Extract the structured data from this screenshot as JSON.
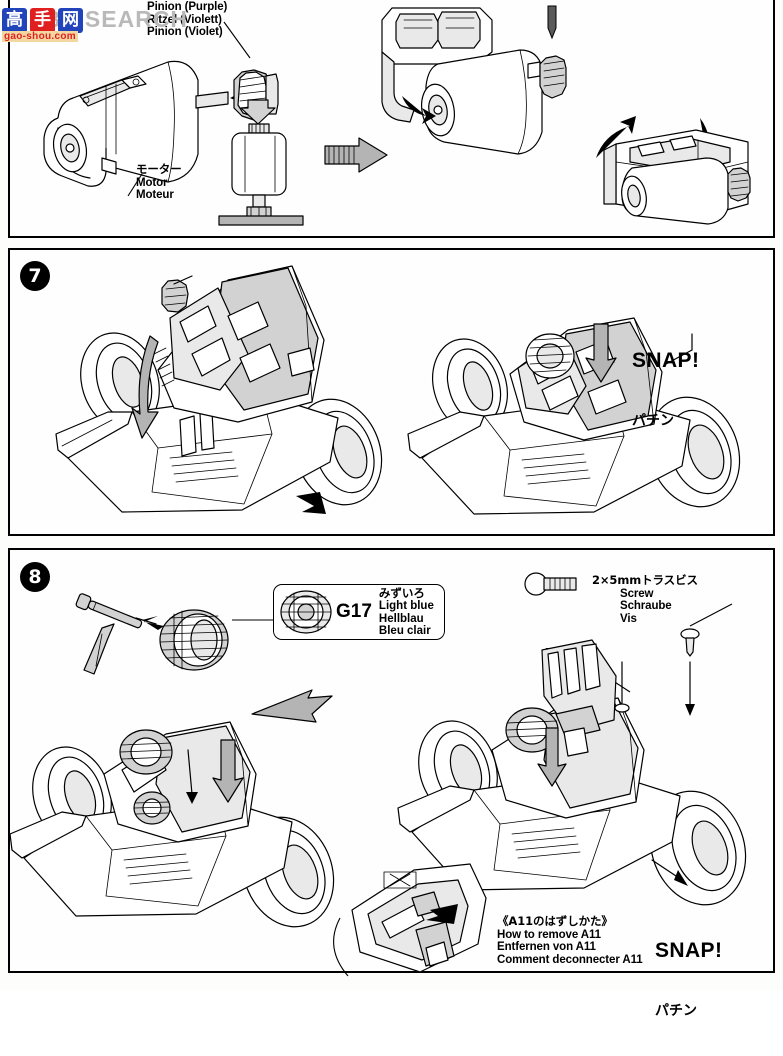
{
  "document": {
    "type": "model-assembly-instruction-manual",
    "brand_watermark": {
      "boxes": [
        "高",
        "手",
        "网"
      ],
      "wordmark": "BY SEARCH",
      "url": "gao-shou.com"
    }
  },
  "panels": [
    {
      "id": "panel-6",
      "step_number": "",
      "labels": {
        "pinion": {
          "lines": [
            "Pinion (Purple)",
            "Ritzel (Violett)",
            "Pinion (Violet)"
          ]
        },
        "motor": {
          "lines": [
            "モーター",
            "Motor",
            "Moteur"
          ]
        }
      }
    },
    {
      "id": "panel-7",
      "step_number": "7",
      "snap": {
        "en": "SNAP!",
        "jp": "パチン"
      }
    },
    {
      "id": "panel-8",
      "step_number": "8",
      "parts_box": {
        "code": "G17",
        "color_names": [
          "みずいろ",
          "Light blue",
          "Hellblau",
          "Bleu clair"
        ],
        "icon": "gear-icon"
      },
      "screw": {
        "icon": "screw-icon",
        "lines": [
          "2×5mmトラスビス",
          "Screw",
          "Schraube",
          "Vis"
        ]
      },
      "part_code": "A11",
      "removal_note": {
        "lines": [
          "《A11のはずしかた》",
          "How to remove A11",
          "Entfernen von A11",
          "Comment deconnecter A11"
        ]
      },
      "snap": {
        "en": "SNAP!",
        "jp": "パチン"
      }
    }
  ]
}
